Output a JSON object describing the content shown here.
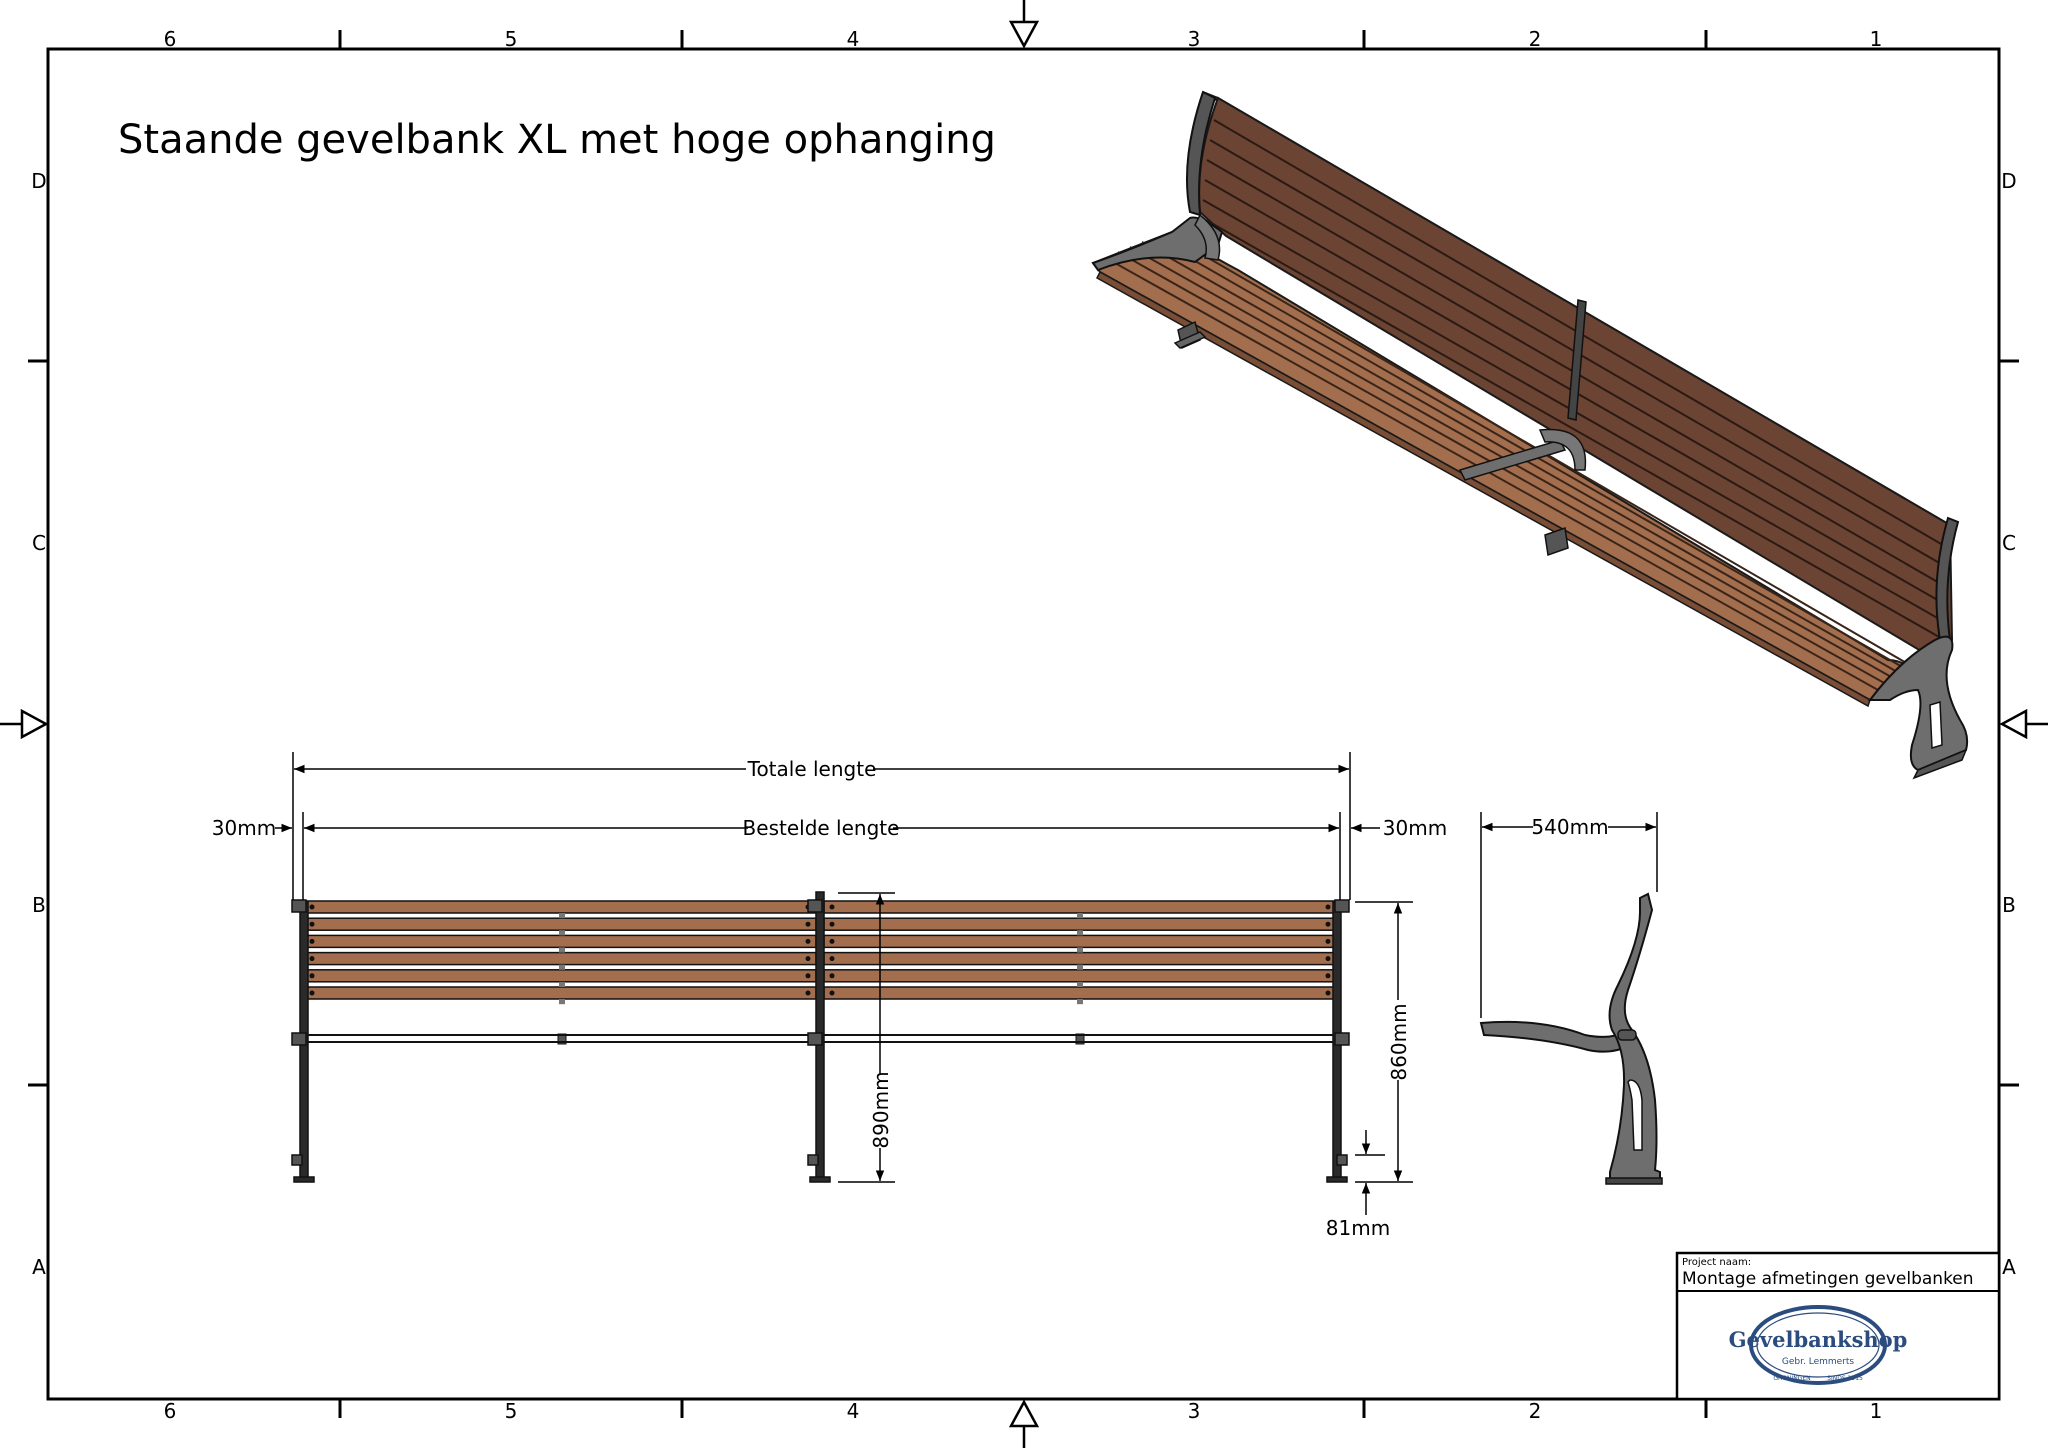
{
  "drawing": {
    "title": "Staande gevelbank XL met hoge ophanging",
    "zones": {
      "columns": [
        "6",
        "5",
        "4",
        "3",
        "2",
        "1"
      ],
      "rows": [
        "D",
        "C",
        "B",
        "A"
      ]
    }
  },
  "dimensions": {
    "total_length": "Totale lengte",
    "ordered_length": "Bestelde lengte",
    "left_offset": "30mm",
    "right_offset": "30mm",
    "depth": "540mm",
    "seat_height": "890mm",
    "back_height": "860mm",
    "foot_height": "81mm"
  },
  "title_block": {
    "project_label": "Project naam:",
    "project_name": "Montage afmetingen gevelbanken",
    "logo_name": "Gevelbankshop",
    "logo_sub": "Gebr. Lemmerts",
    "logo_foot_left": "GRONINGEN",
    "logo_foot_right": "SINDS 1915"
  },
  "colors": {
    "wood": "#A36E4E",
    "wood_dark": "#6B4434",
    "metal": "#6E6E6E",
    "logo_blue": "#2B4C7E"
  }
}
